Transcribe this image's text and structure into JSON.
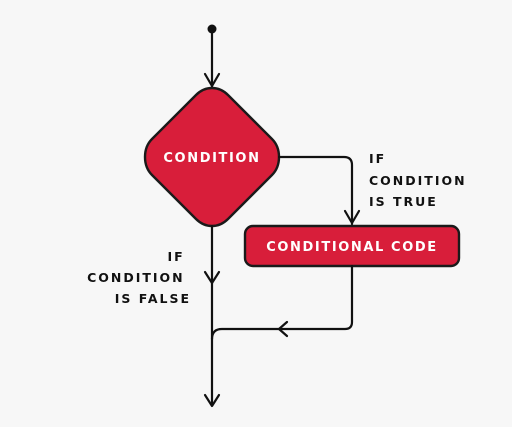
{
  "decision": {
    "label": "CONDITION"
  },
  "process": {
    "label": "CONDITIONAL CODE"
  },
  "true_branch": {
    "lines": [
      "IF",
      "CONDITION",
      "IS TRUE"
    ]
  },
  "false_branch": {
    "lines": [
      "IF",
      "CONDITION",
      "IS FALSE"
    ]
  },
  "colors": {
    "shape_fill": "#d81e3a",
    "shape_stroke": "#1a1a1a",
    "line": "#111111",
    "background": "#f7f7f7"
  }
}
